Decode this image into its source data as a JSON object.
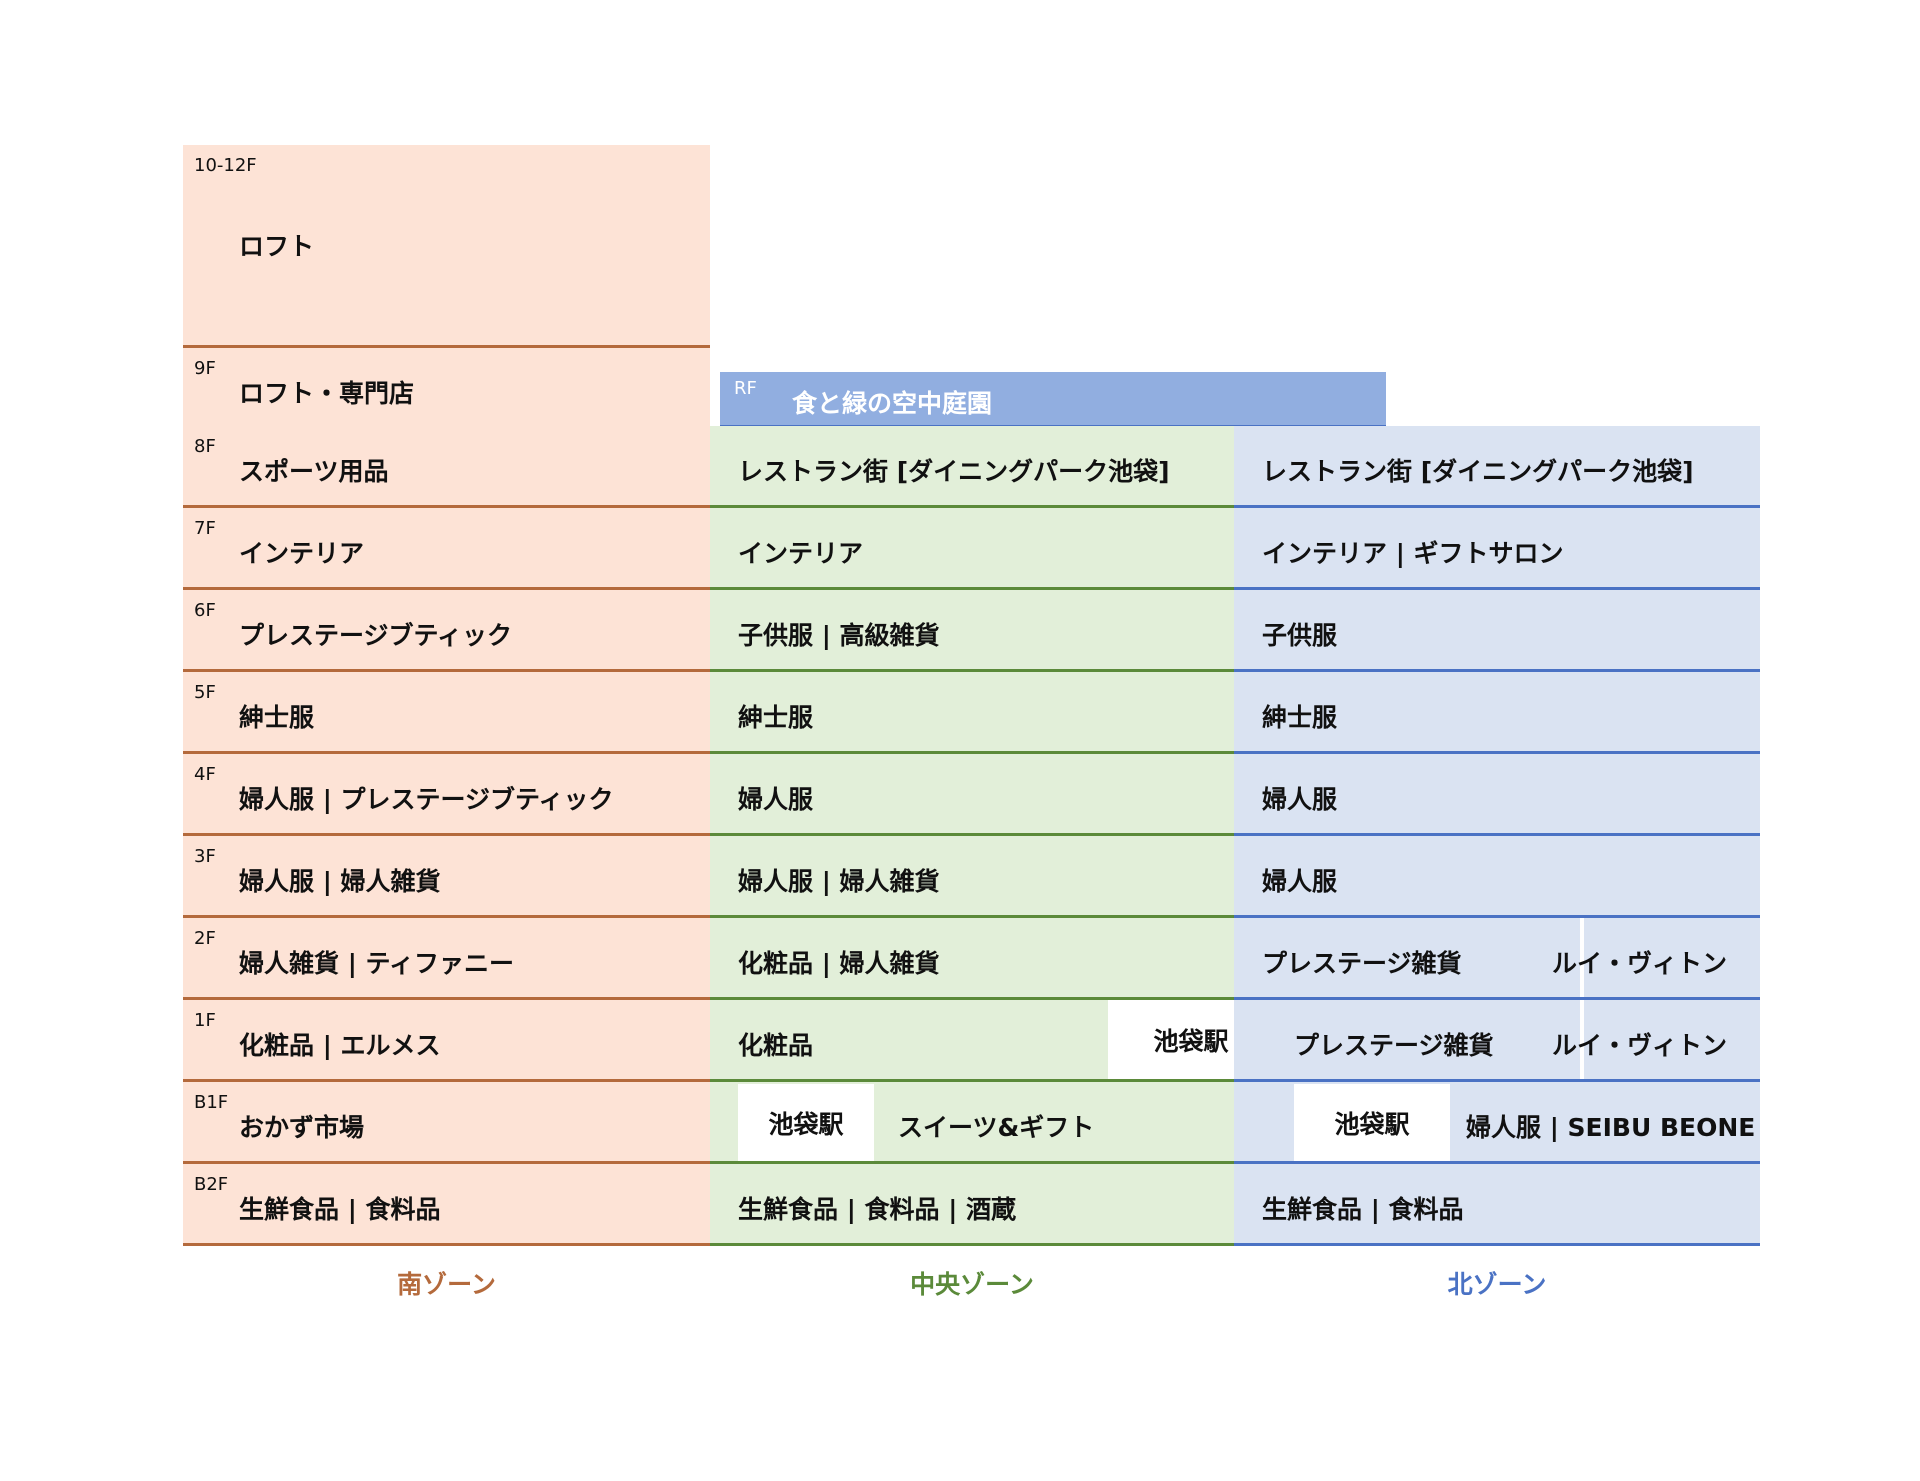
{
  "colors": {
    "south_fill": "#fde3d6",
    "south_line": "#b46a3c",
    "central_fill": "#e2efd9",
    "central_line": "#5b8a3a",
    "north_fill": "#dae3f2",
    "north_line": "#4a72c4",
    "rooftop_fill": "#91aee0"
  },
  "rooftop": {
    "floor": "RF",
    "name": "食と緑の空中庭園"
  },
  "south": {
    "zone_label": "南ゾーン",
    "floors": [
      {
        "floor": "10-12F",
        "name": "ロフト"
      },
      {
        "floor": "9F",
        "name": "ロフト・専門店"
      },
      {
        "floor": "8F",
        "name": "スポーツ用品"
      },
      {
        "floor": "7F",
        "name": "インテリア"
      },
      {
        "floor": "6F",
        "name": "プレステージブティック"
      },
      {
        "floor": "5F",
        "name": "紳士服"
      },
      {
        "floor": "4F",
        "name": "婦人服 | プレステージブティック"
      },
      {
        "floor": "3F",
        "name": "婦人服 | 婦人雑貨"
      },
      {
        "floor": "2F",
        "name": "婦人雑貨 | ティファニー"
      },
      {
        "floor": "1F",
        "name": "化粧品 | エルメス"
      },
      {
        "floor": "B1F",
        "name": "おかず市場"
      },
      {
        "floor": "B2F",
        "name": "生鮮食品 | 食料品"
      }
    ]
  },
  "central": {
    "zone_label": "中央ゾーン",
    "floors": [
      {
        "name": "レストラン街 [ダイニングパーク池袋]"
      },
      {
        "name": "インテリア"
      },
      {
        "name": "子供服 | 高級雑貨"
      },
      {
        "name": "紳士服"
      },
      {
        "name": "婦人服"
      },
      {
        "name": "婦人服 | 婦人雑貨"
      },
      {
        "name": "化粧品 | 婦人雑貨"
      },
      {
        "name": "化粧品",
        "station": "池袋駅"
      },
      {
        "name": "スイーツ&ギフト",
        "station": "池袋駅"
      },
      {
        "name": "生鮮食品 | 食料品 | 酒蔵"
      }
    ]
  },
  "north": {
    "zone_label": "北ゾーン",
    "floors": [
      {
        "name": "レストラン街 [ダイニングパーク池袋]"
      },
      {
        "name": "インテリア | ギフトサロン"
      },
      {
        "name": "子供服"
      },
      {
        "name": "紳士服"
      },
      {
        "name": "婦人服"
      },
      {
        "name": "婦人服"
      },
      {
        "name": "プレステージ雑貨",
        "name2": "ルイ・ヴィトン"
      },
      {
        "name": "プレステージ雑貨",
        "name2": "ルイ・ヴィトン"
      },
      {
        "name": "婦人服 | SEIBU BEONE",
        "station": "池袋駅"
      },
      {
        "name": "生鮮食品 | 食料品"
      }
    ]
  }
}
